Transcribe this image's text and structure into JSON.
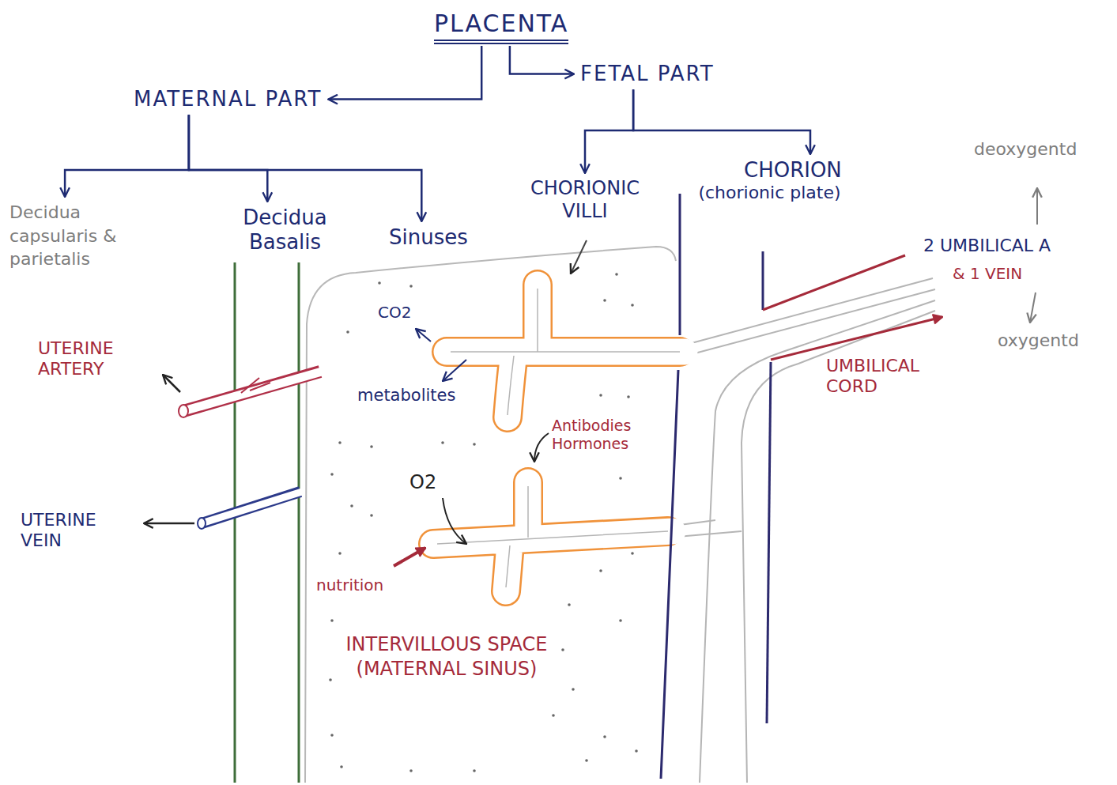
{
  "diagram": {
    "nodes": [
      {
        "text": [
          "PLACENTA"
        ]
      },
      {
        "text": [
          "MATERNAL PART"
        ]
      },
      {
        "text": [
          "FETAL PART"
        ]
      },
      {
        "text": [
          "Decidua capsularis & parietalis"
        ]
      },
      {
        "text": [
          "Decidua Basalis"
        ]
      },
      {
        "text": [
          "Sinuses"
        ]
      },
      {
        "text": [
          "CHORIONIC VILLI"
        ]
      },
      {
        "text": [
          "CHORION",
          "(chorionic plate)"
        ]
      }
    ],
    "edges": [
      {
        "from": 0,
        "to": 1,
        "arrow": "to"
      },
      {
        "from": 0,
        "to": 2,
        "arrow": "to"
      },
      {
        "from": 1,
        "to": 3,
        "arrow": "to"
      },
      {
        "from": 1,
        "to": 4,
        "arrow": "to"
      },
      {
        "from": 1,
        "to": 5,
        "arrow": "to"
      },
      {
        "from": 2,
        "to": 6,
        "arrow": "to"
      },
      {
        "from": 2,
        "to": 7,
        "arrow": "to"
      }
    ],
    "labels": [
      "deoxygentd",
      "2 UMBILICAL A",
      "& 1 VEIN",
      "oxygentd",
      "UMBILICAL CORD",
      "UTERINE ARTERY",
      "UTERINE VEIN",
      "CO2",
      "metabolites",
      "Antibodies Hormones",
      "O2",
      "nutrition",
      "INTERVILLOUS SPACE (MATERNAL SINUS)"
    ]
  }
}
